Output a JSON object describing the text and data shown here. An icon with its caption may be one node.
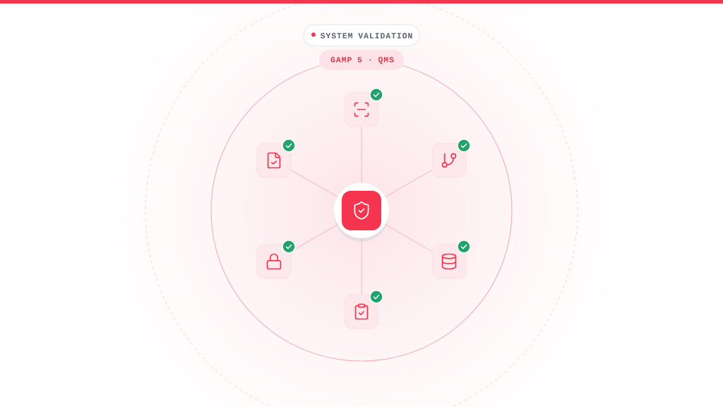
{
  "diagram": {
    "title": "SYSTEM VALIDATION",
    "nodes": [
      {
        "text": [],
        "shape": "box"
      },
      {
        "text": [],
        "shape": "box"
      },
      {
        "text": [],
        "shape": "box"
      },
      {
        "text": [],
        "shape": "circle"
      },
      {
        "text": [],
        "shape": "box"
      },
      {
        "text": [],
        "shape": "box"
      },
      {
        "text": [],
        "shape": "box"
      }
    ],
    "edges": [
      {
        "from": 3,
        "to": 0,
        "arrow": "none"
      },
      {
        "from": 3,
        "to": 1,
        "arrow": "none"
      },
      {
        "from": 3,
        "to": 2,
        "arrow": "none"
      },
      {
        "from": 3,
        "to": 4,
        "arrow": "none"
      },
      {
        "from": 3,
        "to": 5,
        "arrow": "none"
      },
      {
        "from": 3,
        "to": 6,
        "arrow": "none"
      }
    ],
    "labels": [
      "GAMP 5 · QMS"
    ]
  }
}
